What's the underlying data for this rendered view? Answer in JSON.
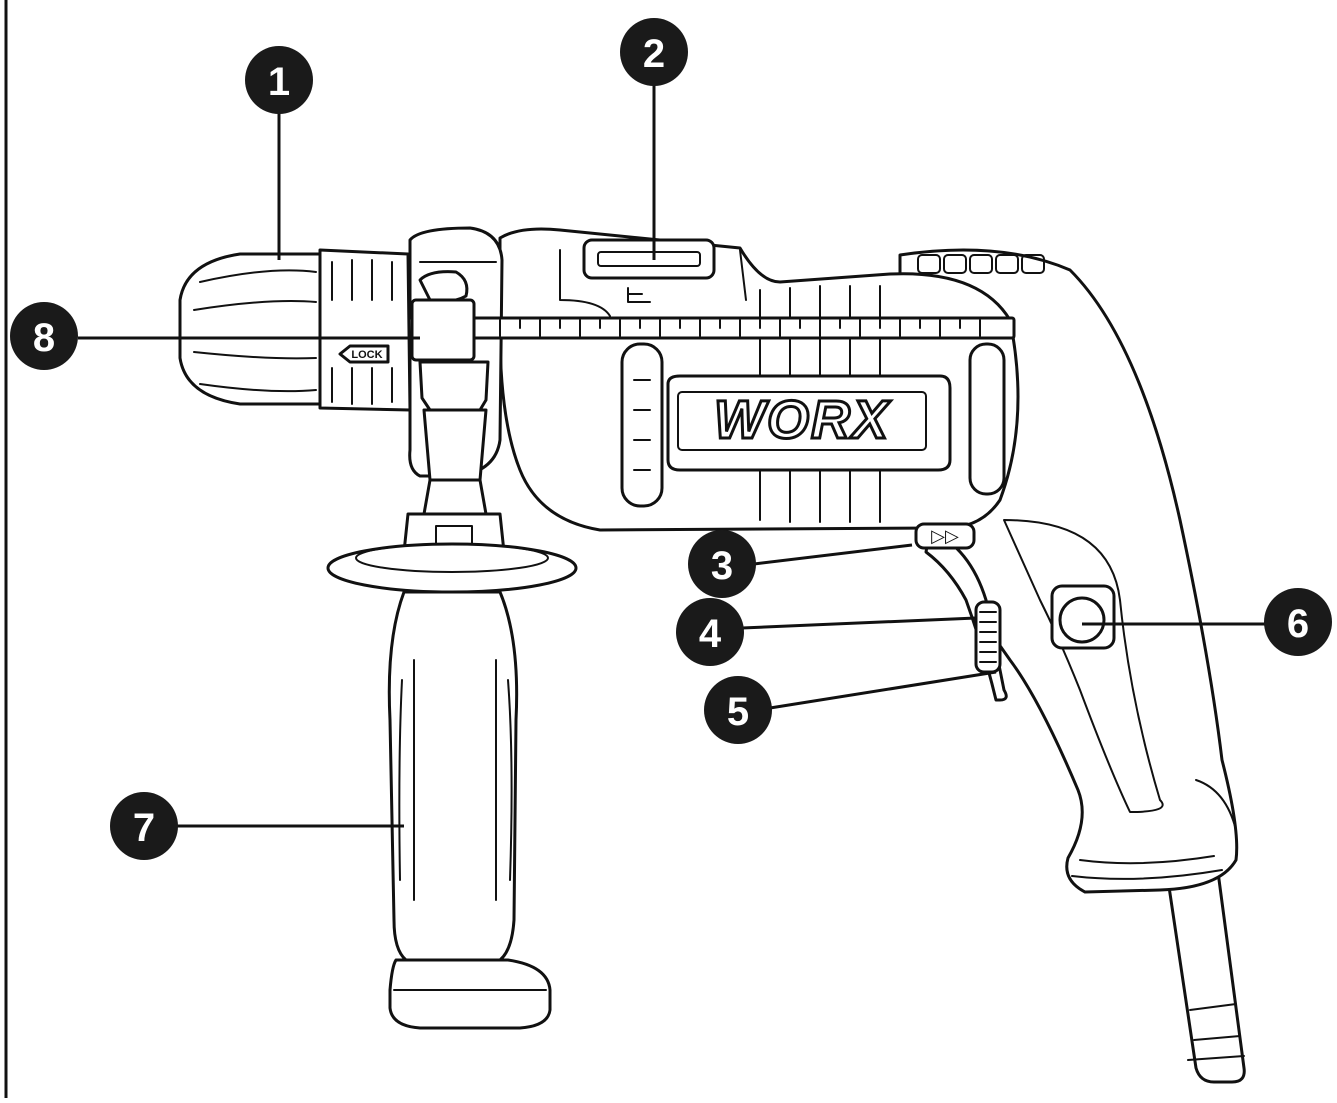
{
  "callouts": [
    {
      "number": "1"
    },
    {
      "number": "2"
    },
    {
      "number": "3"
    },
    {
      "number": "4"
    },
    {
      "number": "5"
    },
    {
      "number": "6"
    },
    {
      "number": "7"
    },
    {
      "number": "8"
    }
  ],
  "drill": {
    "brand": "WORX",
    "lock_label": "LOCK",
    "direction_arrows": "▷▷"
  }
}
